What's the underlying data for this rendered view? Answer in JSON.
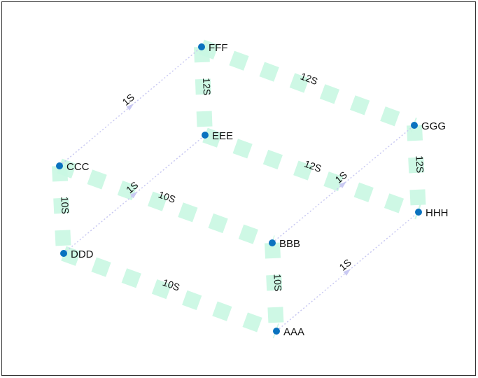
{
  "diagram": {
    "nodes": [
      {
        "id": "FFF",
        "label": "FFF"
      },
      {
        "id": "EEE",
        "label": "EEE"
      },
      {
        "id": "CCC",
        "label": "CCC"
      },
      {
        "id": "DDD",
        "label": "DDD"
      },
      {
        "id": "GGG",
        "label": "GGG"
      },
      {
        "id": "HHH",
        "label": "HHH"
      },
      {
        "id": "BBB",
        "label": "BBB"
      },
      {
        "id": "AAA",
        "label": "AAA"
      }
    ],
    "edges": [
      {
        "from": "FFF",
        "to": "GGG",
        "label": "12S",
        "style": "thick"
      },
      {
        "from": "FFF",
        "to": "EEE",
        "label": "12S",
        "style": "thick"
      },
      {
        "from": "EEE",
        "to": "HHH",
        "label": "12S",
        "style": "thick"
      },
      {
        "from": "GGG",
        "to": "HHH",
        "label": "12S",
        "style": "thick"
      },
      {
        "from": "CCC",
        "to": "BBB",
        "label": "10S",
        "style": "thick"
      },
      {
        "from": "CCC",
        "to": "DDD",
        "label": "10S",
        "style": "thick"
      },
      {
        "from": "DDD",
        "to": "AAA",
        "label": "10S",
        "style": "thick"
      },
      {
        "from": "BBB",
        "to": "AAA",
        "label": "10S",
        "style": "thick"
      },
      {
        "from": "CCC",
        "to": "FFF",
        "label": "1S",
        "style": "thin"
      },
      {
        "from": "DDD",
        "to": "EEE",
        "label": "1S",
        "style": "thin"
      },
      {
        "from": "BBB",
        "to": "GGG",
        "label": "1S",
        "style": "thin"
      },
      {
        "from": "AAA",
        "to": "HHH",
        "label": "1S",
        "style": "thin"
      }
    ],
    "colors": {
      "node": "#0a72bf",
      "thick_edge": "#c9f7e2",
      "thin_edge": "#c9c9f2",
      "text": "#111111"
    }
  }
}
